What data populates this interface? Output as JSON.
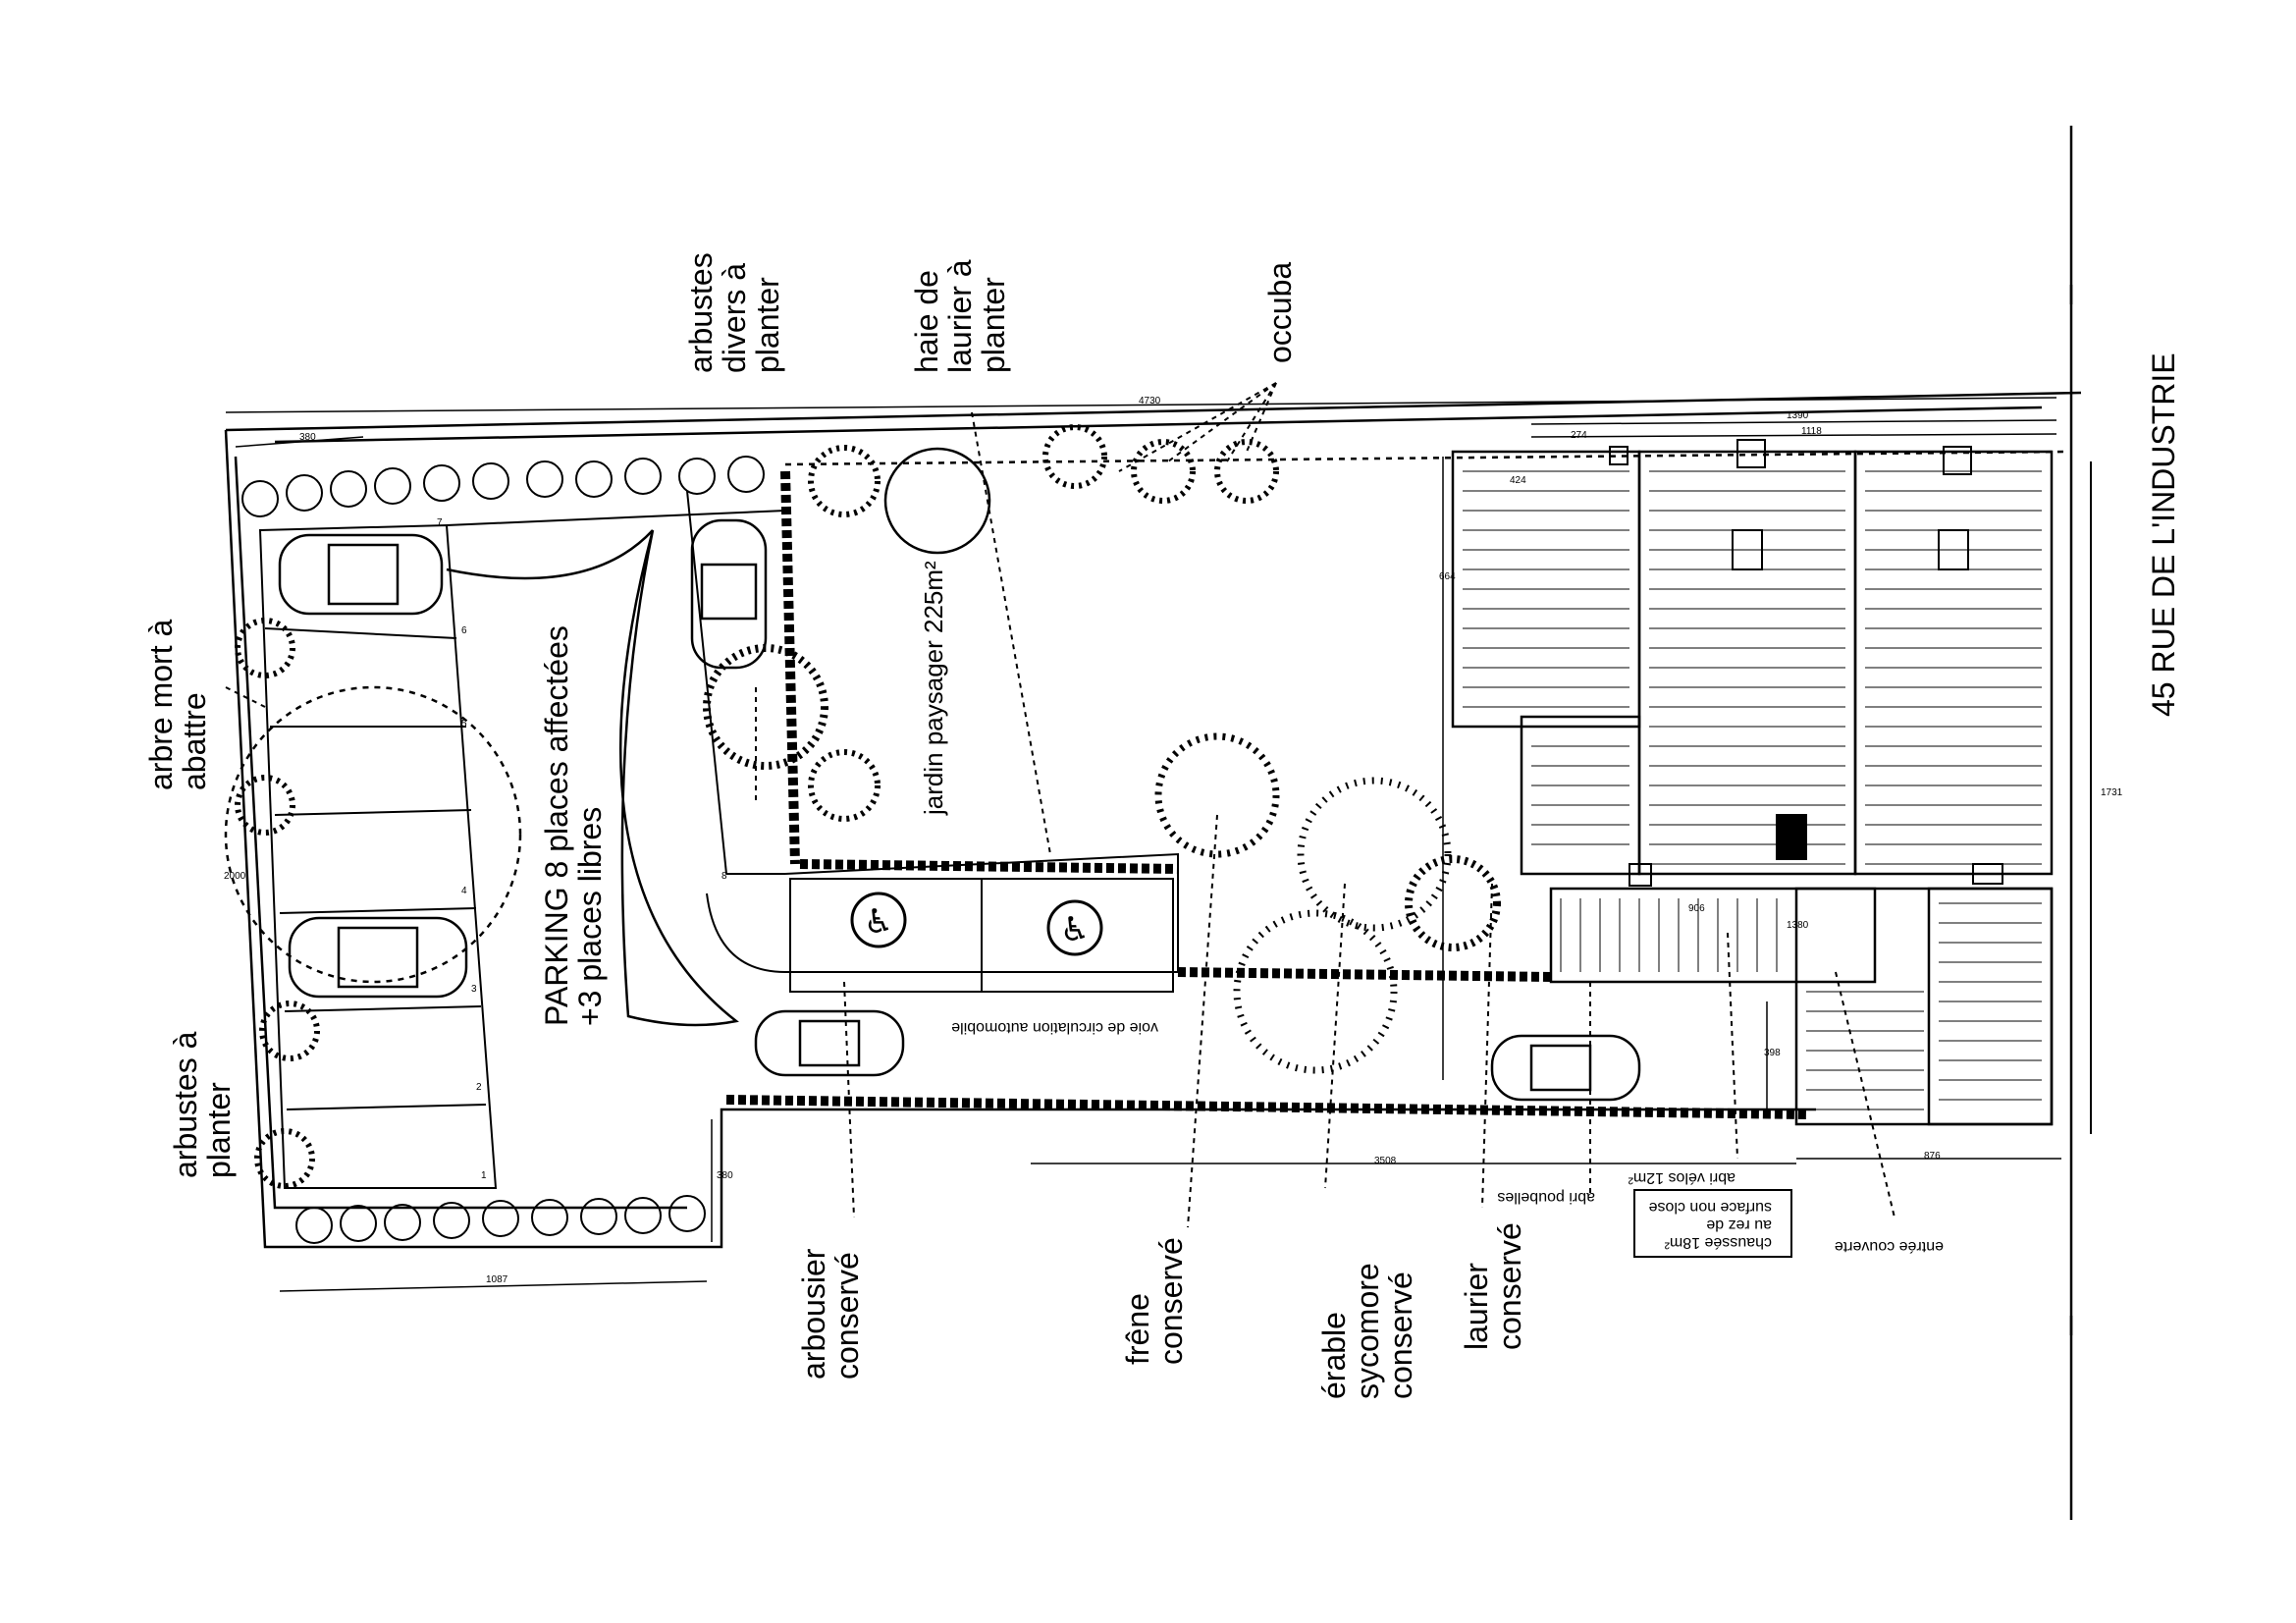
{
  "street": {
    "label": "45  RUE DE L'INDUSTRIE"
  },
  "labels": {
    "arbustes_divers": [
      "arbustes",
      "divers à",
      "planter"
    ],
    "haie_laurier": [
      "haie de",
      "laurier à",
      "planter"
    ],
    "occuba": "occuba",
    "arbre_mort": [
      "arbre mort à",
      "abattre"
    ],
    "arbustes_planter": [
      "arbustes à",
      "planter"
    ],
    "parking": [
      "PARKING 8 places affectées",
      "+3 places libres"
    ],
    "jardin": "jardin paysager 225m²",
    "voie": "voie de circulation automobile",
    "arbousier": [
      "arbousier",
      "conservé"
    ],
    "frene": [
      "frêne",
      "conservé"
    ],
    "erable": [
      "érable",
      "sycomore",
      "conservé"
    ],
    "laurier": [
      "laurier",
      "conservé"
    ],
    "abri_poubelles": "abri poubelles",
    "abri_velos": "abri vélos 12m²",
    "surface": [
      "surface non close",
      "au rez de",
      "chaussée 18m²"
    ],
    "entree": "entrée couverte"
  },
  "dimensions": {
    "top_width": "4730",
    "d1390": "1390",
    "d1118": "1118",
    "d274": "274",
    "d424": "424",
    "d380": "380",
    "d2000": "2000",
    "d1087": "1087",
    "d380b": "380",
    "d3508": "3508",
    "d876": "876",
    "d1731": "1731",
    "d664": "664",
    "d398": "398",
    "d906": "906",
    "d1380": "1380"
  },
  "parking_numbers": [
    "7",
    "6",
    "5",
    "4",
    "3",
    "2",
    "1",
    "8"
  ]
}
